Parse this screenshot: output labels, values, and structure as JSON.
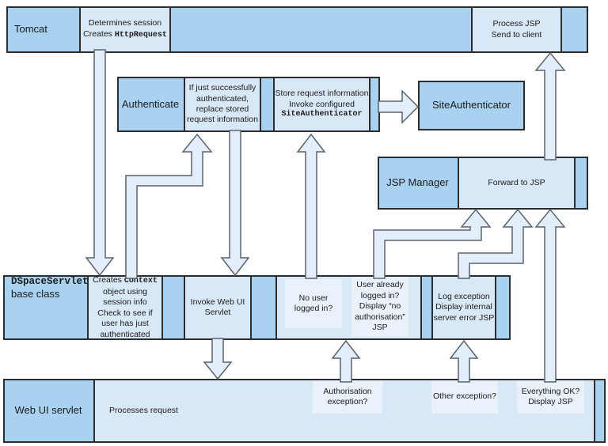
{
  "colors": {
    "lane_blue": "#a9d2f0",
    "box_blue": "#d9e8f6",
    "inner_blue": "#e9f2fb",
    "arrow_fill": "#e3eefa",
    "border": "#2d2d2d"
  },
  "tomcat": {
    "label": "Tomcat",
    "session_box": {
      "line1": "Determines session",
      "creates": "Creates ",
      "code": "HttpRequest"
    },
    "process_box": "Process JSP\nSend to client"
  },
  "authenticate": {
    "label": "Authenticate",
    "replace_box": "If just successfully\nauthenticated,\nreplace stored\nrequest information",
    "store_box": {
      "lines": "Store request information\nInvoke configured",
      "code": "SiteAuthenticator"
    }
  },
  "site_authenticator": {
    "label": "SiteAuthenticator"
  },
  "jsp_manager": {
    "label": "JSP Manager",
    "forward_box": "Forward to JSP"
  },
  "dspace_servlet": {
    "label_code": "DSpaceServlet",
    "label_rest": "base class",
    "context_box": {
      "creates": "Creates ",
      "code": "Context",
      "rest": "object using\nsession info\nCheck to see if\nuser has just\nauthenticated"
    },
    "invoke_box": "Invoke Web UI\nServlet",
    "no_user_box": "No user\nlogged in?",
    "already_box": "User already\nlogged in?\nDisplay “no\nauthorisation”\nJSP",
    "log_box": "Log exception\nDisplay internal\nserver error JSP"
  },
  "web_ui_servlet": {
    "label": "Web UI servlet",
    "processes_box": "Processes request",
    "authorisation_box": "Authorisation\nexception?",
    "other_box": "Other exception?",
    "ok_box": "Everything OK?\nDisplay JSP"
  }
}
